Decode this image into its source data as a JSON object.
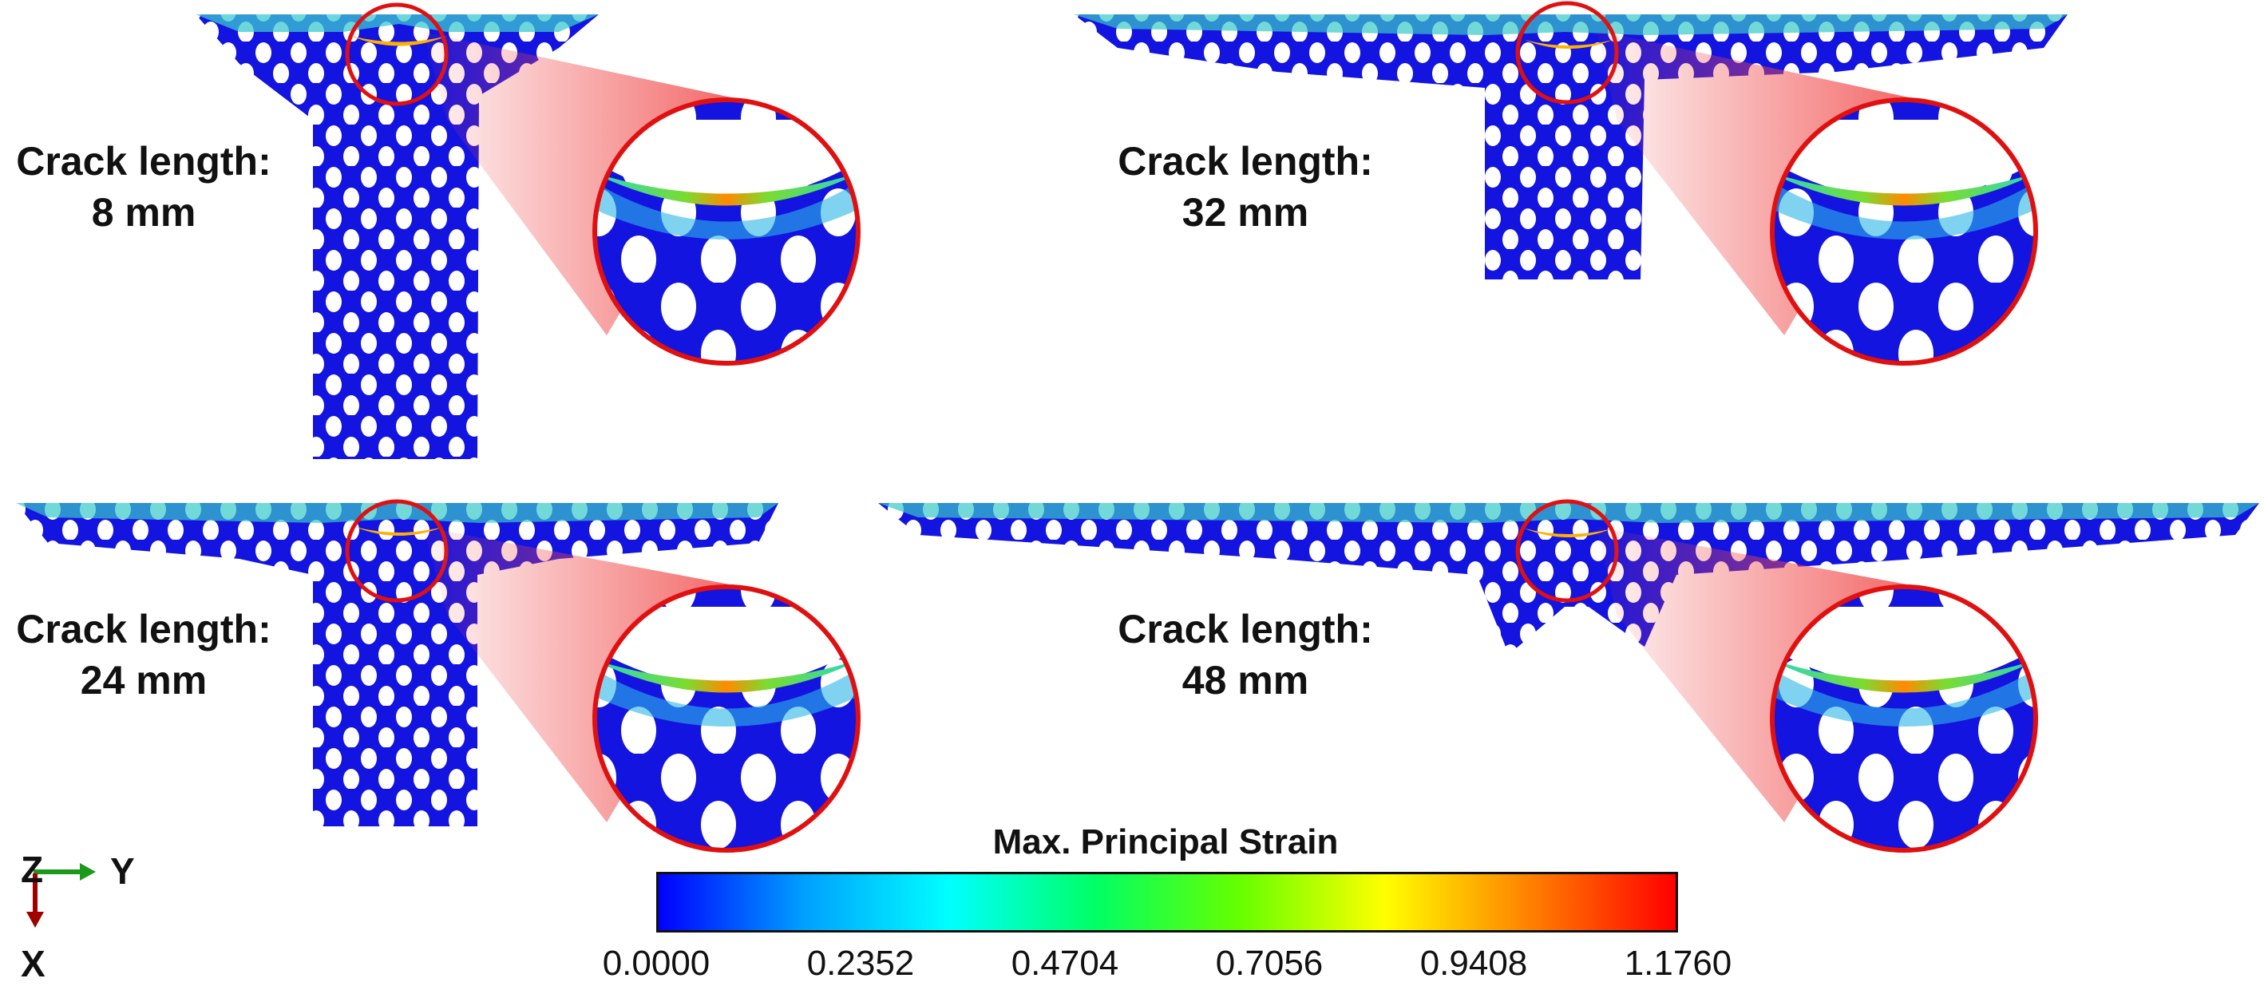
{
  "panels": [
    {
      "label_line1": "Crack length:",
      "label_line2": "8 mm"
    },
    {
      "label_line1": "Crack length:",
      "label_line2": "32 mm"
    },
    {
      "label_line1": "Crack length:",
      "label_line2": "24 mm"
    },
    {
      "label_line1": "Crack length:",
      "label_line2": "48 mm"
    }
  ],
  "colorbar": {
    "title": "Max. Principal Strain",
    "ticks": [
      "0.0000",
      "0.2352",
      "0.4704",
      "0.7056",
      "0.9408",
      "1.1760"
    ],
    "colors": [
      "#0000ff",
      "#00a0ff",
      "#00ffff",
      "#00ff66",
      "#66ff00",
      "#ffff00",
      "#ff8000",
      "#ff0000"
    ]
  },
  "axes": {
    "z": "Z",
    "y": "Y",
    "x": "X",
    "y_color": "#1a9a1a",
    "x_color": "#a00000"
  },
  "colors": {
    "mesh_blue": "#1010e6",
    "zoom_circle": "#e01010",
    "zoom_cone": "#f05050"
  }
}
